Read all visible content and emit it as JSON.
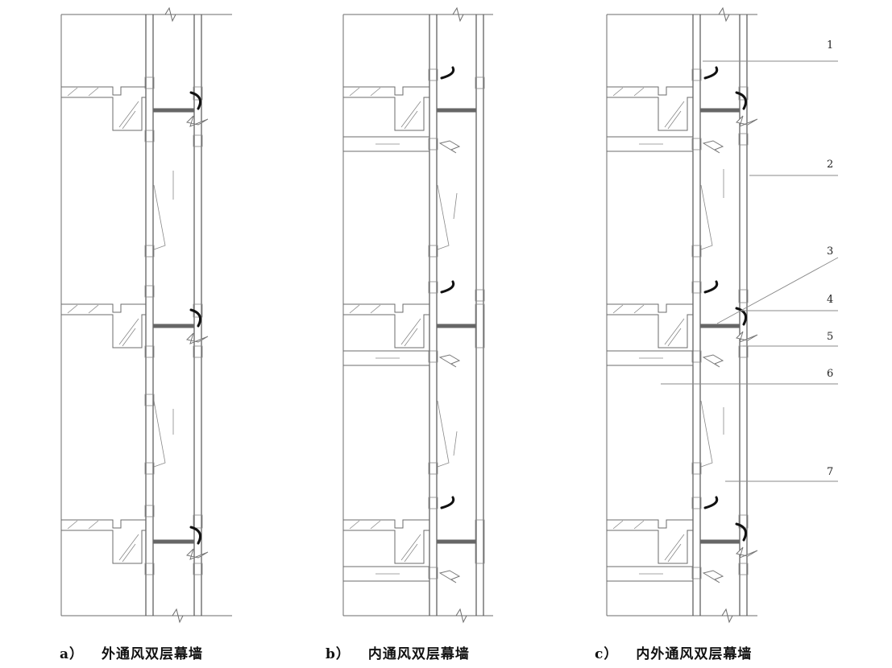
{
  "captions": [
    {
      "letter": "a）",
      "text": "外通风双层幕墙"
    },
    {
      "letter": "b）",
      "text": "内通风双层幕墙"
    },
    {
      "letter": "c）",
      "text": "内外通风双层幕墙"
    }
  ],
  "callouts": [
    "1",
    "2",
    "3",
    "4",
    "5",
    "6",
    "7"
  ]
}
